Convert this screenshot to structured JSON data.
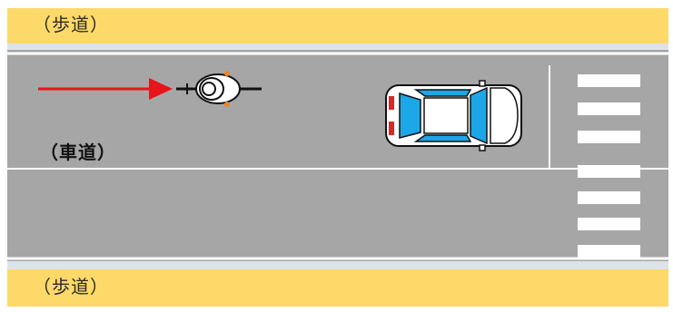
{
  "labels": {
    "sidewalk_top": "（歩道）",
    "sidewalk_bottom": "（歩道）",
    "roadway": "（車道）"
  },
  "colors": {
    "sidewalk": "#fdd96a",
    "road": "#a6a6a6",
    "arrow": "#e8141c",
    "car_glass": "#1ca7e8",
    "car_body": "#ffffff"
  },
  "icons": {
    "bicycle": "bicycle-rider-top-view-icon",
    "car": "car-top-view-icon",
    "arrow": "direction-arrow-right-icon"
  }
}
